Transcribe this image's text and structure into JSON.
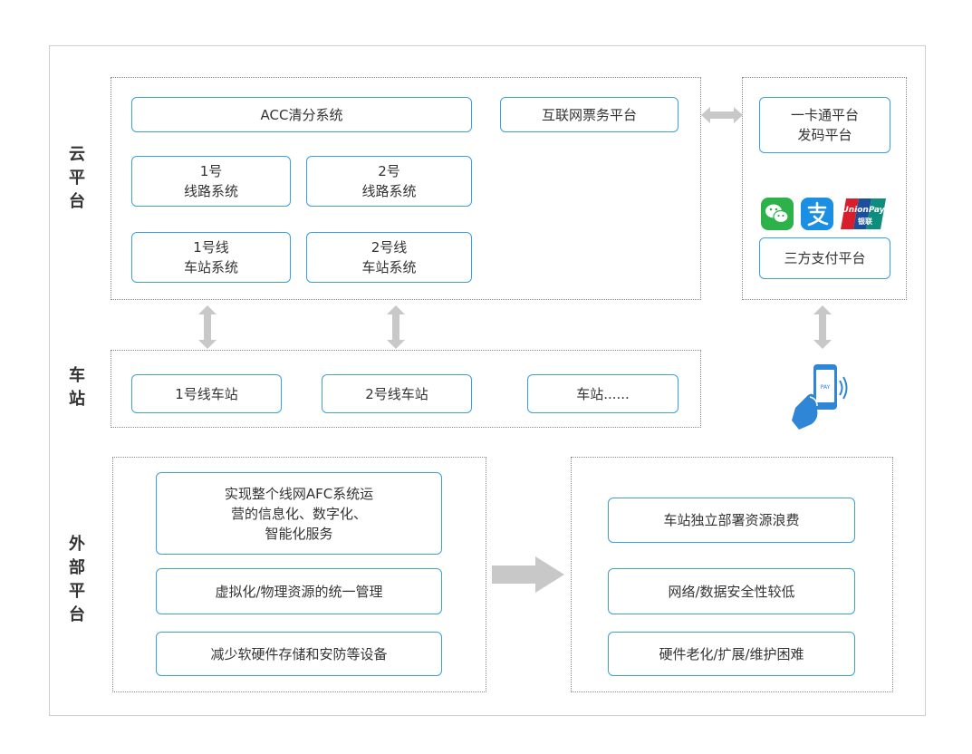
{
  "colors": {
    "box_border": "#3ba0dc",
    "arrow": "#c8c8c8",
    "dotted": "#8a8a8a",
    "wechat": "#2db24a",
    "alipay": "#1a8fe3",
    "unionpay_red": "#d81e2a",
    "hand": "#2f86d6"
  },
  "labels": {
    "cloud": "云\n平\n台",
    "station": "车\n站",
    "external": "外\n部\n平\n台"
  },
  "cloud": {
    "acc": "ACC清分系统",
    "internet_ticket": "互联网票务平台",
    "line1_system": "1号\n线路系统",
    "line2_system": "2号\n线路系统",
    "line1_station_system": "1号线\n车站系统",
    "line2_station_system": "2号线\n车站系统"
  },
  "right_panel": {
    "card_platform": "一卡通平台\n发码平台",
    "third_party_pay": "三方支付平台",
    "icons": [
      "wechat-pay-icon",
      "alipay-icon",
      "unionpay-icon"
    ],
    "unionpay_text": "UnionPay",
    "unionpay_cn": "银联",
    "pay_text": "PAY"
  },
  "station": {
    "s1": "1号线车站",
    "s2": "2号线车站",
    "s3": "车站......"
  },
  "external_left": [
    "实现整个线网AFC系统运\n营的信息化、数字化、\n智能化服务",
    "虚拟化/物理资源的统一管理",
    "减少软硬件存储和安防等设备"
  ],
  "external_right": [
    "车站独立部署资源浪费",
    "网络/数据安全性较低",
    "硬件老化/扩展/维护困难"
  ]
}
